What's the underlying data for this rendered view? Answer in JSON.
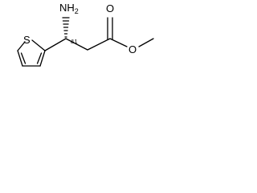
{
  "molecule": {
    "atoms": {
      "sulfur": "S",
      "amine_n": "NH",
      "amine_h_count": "2",
      "carbonyl_o": "O",
      "ester_o": "O",
      "stereo_tag": "&1"
    }
  }
}
